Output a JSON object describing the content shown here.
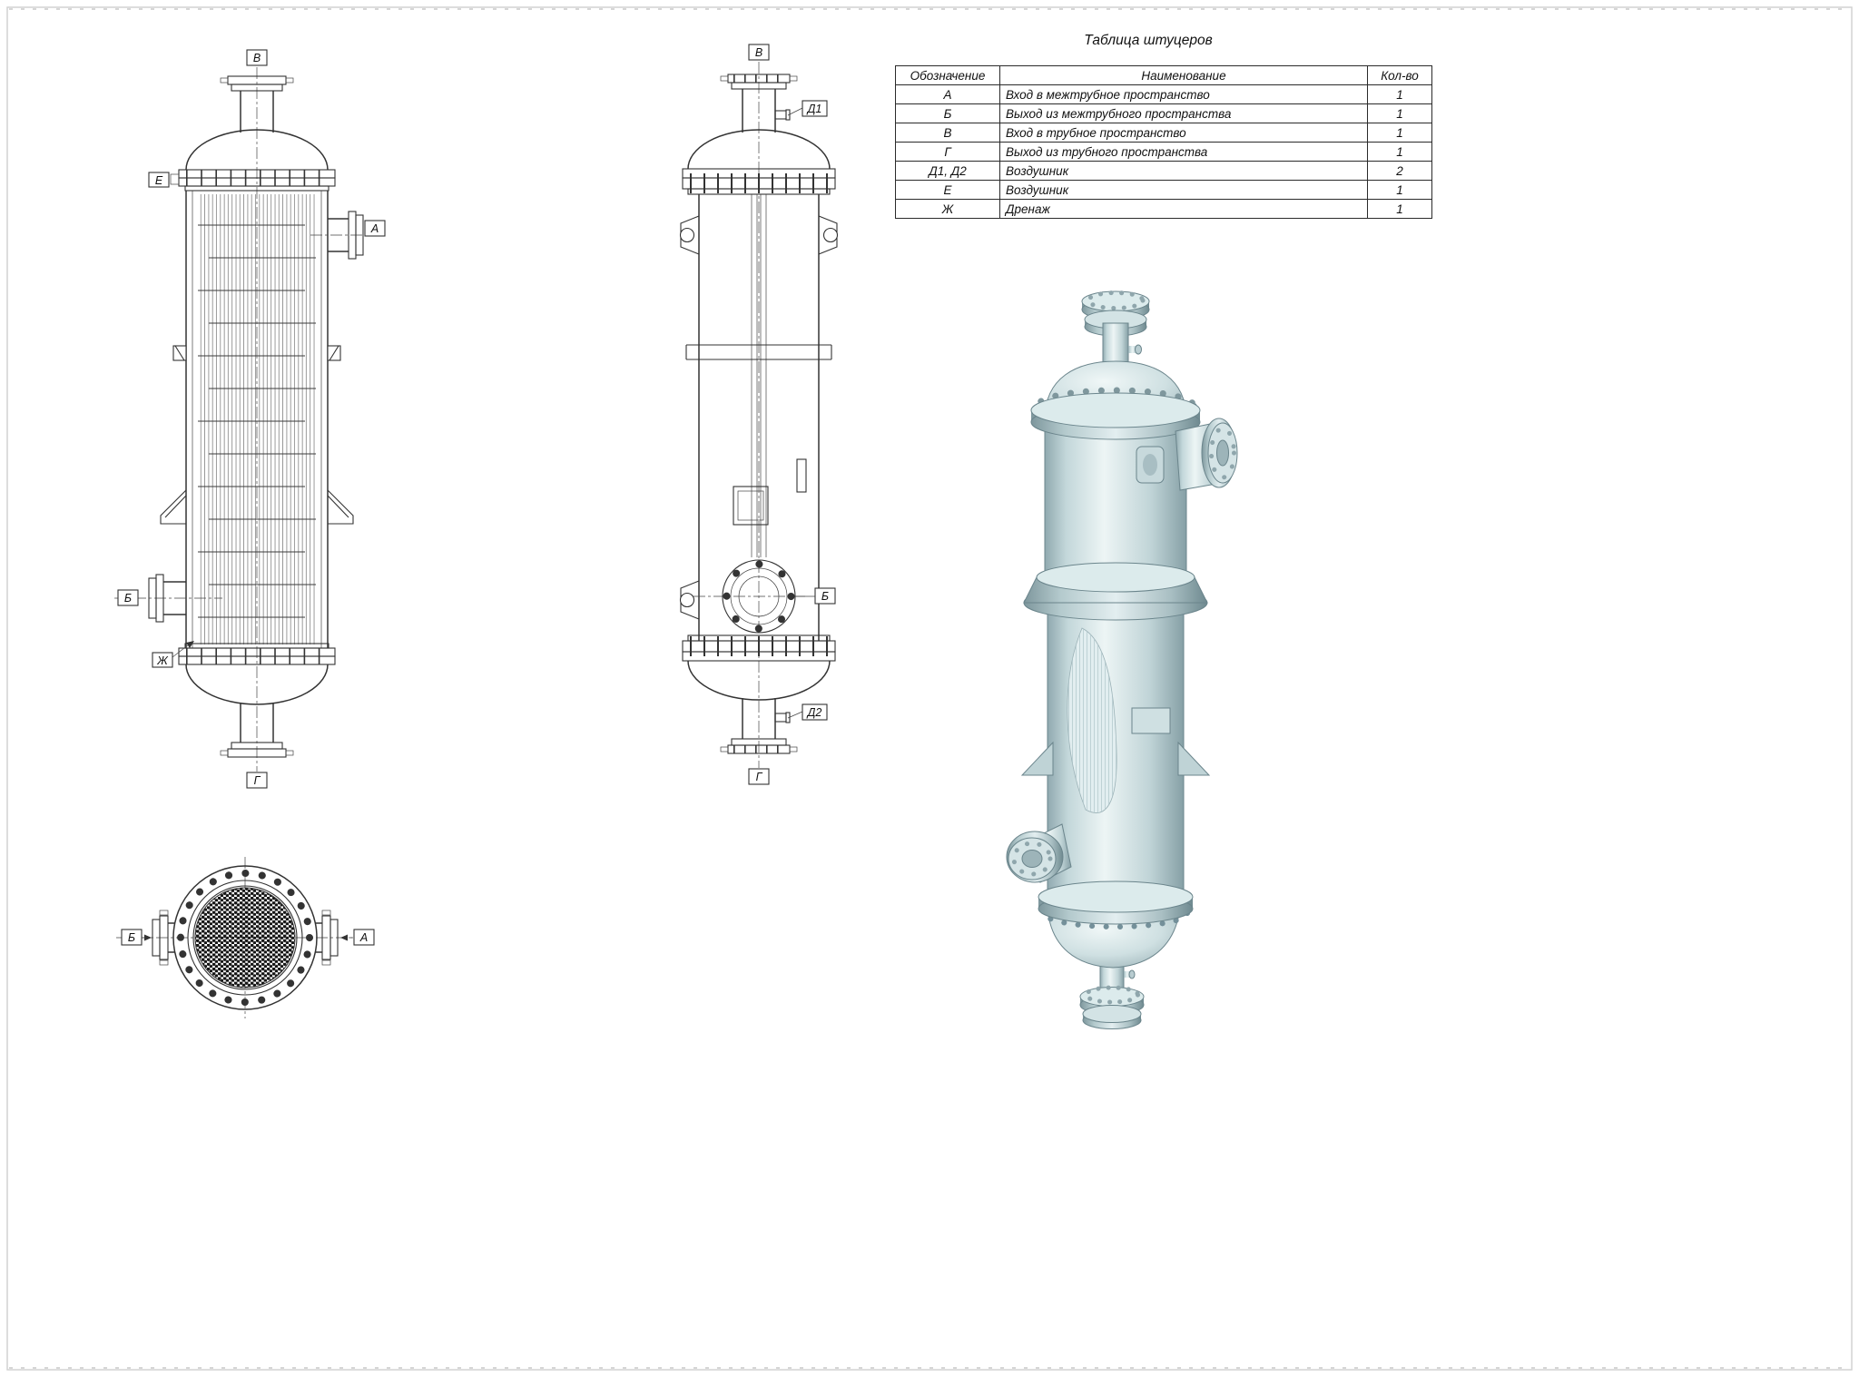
{
  "sheet": {
    "background": "#ffffff",
    "frame_color": "#d2d2d2"
  },
  "colors": {
    "line": "#333333",
    "render_body": "#cfe0e2",
    "render_shadow": "#90a9af"
  },
  "table": {
    "title": "Таблица штуцеров",
    "headers": [
      "Обозначение",
      "Наименование",
      "Кол-во"
    ],
    "rows": [
      {
        "code": "А",
        "name": "Вход в межтрубное пространство",
        "qty": "1"
      },
      {
        "code": "Б",
        "name": "Выход из межтрубного пространства",
        "qty": "1"
      },
      {
        "code": "В",
        "name": "Вход в трубное пространство",
        "qty": "1"
      },
      {
        "code": "Г",
        "name": "Выход из трубного пространства",
        "qty": "1"
      },
      {
        "code": "Д1, Д2",
        "name": "Воздушник",
        "qty": "2"
      },
      {
        "code": "Е",
        "name": "Воздушник",
        "qty": "1"
      },
      {
        "code": "Ж",
        "name": "Дренаж",
        "qty": "1"
      }
    ]
  },
  "labels": {
    "front": {
      "top": "В",
      "vent": "Е",
      "inlet": "А",
      "outlet": "Б",
      "drain": "Ж",
      "bottom": "Г"
    },
    "side": {
      "top": "В",
      "vent1": "Д1",
      "outlet": "Б",
      "vent2": "Д2",
      "bottom": "Г"
    },
    "plan": {
      "left": "Б",
      "right": "А"
    }
  }
}
